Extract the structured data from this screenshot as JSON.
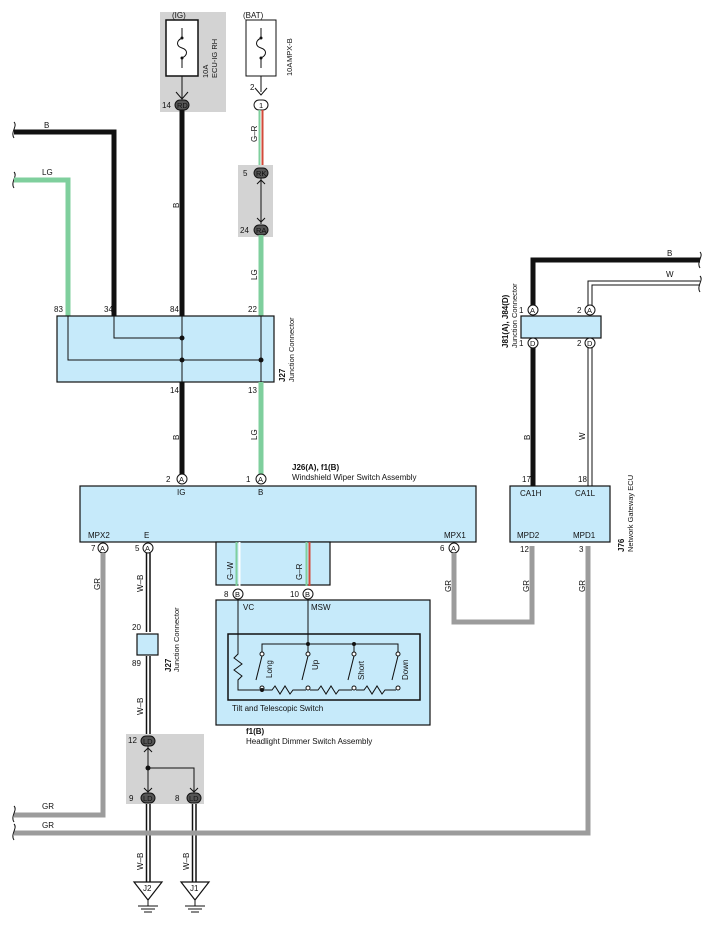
{
  "fuses": {
    "ig": {
      "source": "(IG)",
      "rating": "10A",
      "name": "ECU-IG RH"
    },
    "bat": {
      "source": "(BAT)",
      "rating": "10A",
      "name": "MPX-B"
    }
  },
  "colors": {
    "black": "#111111",
    "light_green": "#7fcf9d",
    "gray": "#9c9c9c",
    "box_blue": "#c6eafa",
    "shade": "#d3d3d3"
  },
  "wires": {
    "b": "B",
    "lg": "LG",
    "gr": "GR",
    "w": "W",
    "g_r": "G–R",
    "g_w": "G–W",
    "w_b": "W–B"
  },
  "connectors": {
    "rd": {
      "pin": "14",
      "code": "RD"
    },
    "bat_in": {
      "pin": "2",
      "code": "1"
    },
    "rk": {
      "pin": "5",
      "code": "RK"
    },
    "ra": {
      "pin": "24",
      "code": "RA"
    },
    "ld_top": {
      "pin": "12",
      "code": "LD"
    },
    "ld_left": {
      "pin": "9",
      "code": "LD"
    },
    "ld_right": {
      "pin": "8",
      "code": "LD"
    },
    "a_code": "A",
    "b_code": "B",
    "d_code": "D"
  },
  "junction_j27_top": {
    "id": "J27",
    "name": "Junction Connector",
    "pins_top": [
      "83",
      "34",
      "84",
      "22"
    ],
    "pins_bottom": [
      "14",
      "13"
    ]
  },
  "junction_j27_small": {
    "id": "J27",
    "name": "Junction Connector",
    "pin_top": "20",
    "pin_bottom": "89"
  },
  "junction_j81": {
    "id": "J81(A), J84(D)",
    "name": "Junction Connector",
    "pins": [
      "1",
      "2",
      "1",
      "2"
    ]
  },
  "wiper_switch": {
    "id": "J26(A), f1(B)",
    "name": "Windshield Wiper Switch Assembly",
    "pin_ig": "2",
    "pin_b": "1",
    "label_ig": "IG",
    "label_b": "B",
    "pin_mpx2": "7",
    "pin_e": "5",
    "pin_mpx1": "6",
    "label_mpx2": "MPX2",
    "label_e": "E",
    "label_mpx1": "MPX1"
  },
  "gateway_ecu": {
    "id": "J76",
    "name": "Network Gateway ECU",
    "pin_ca1h": "17",
    "pin_ca1l": "18",
    "label_ca1h": "CA1H",
    "label_ca1l": "CA1L",
    "pin_mpd2": "12",
    "pin_mpd1": "3",
    "label_mpd2": "MPD2",
    "label_mpd1": "MPD1"
  },
  "headlight_switch": {
    "id": "f1(B)",
    "name": "Headlight Dimmer Switch Assembly",
    "inner_name": "Tilt and Telescopic Switch",
    "pin_vc": "8",
    "pin_msw": "10",
    "label_vc": "VC",
    "label_msw": "MSW",
    "switches": [
      "Long",
      "Up",
      "Short",
      "Down"
    ]
  },
  "grounds": {
    "j2": "J2",
    "j1": "J1"
  }
}
